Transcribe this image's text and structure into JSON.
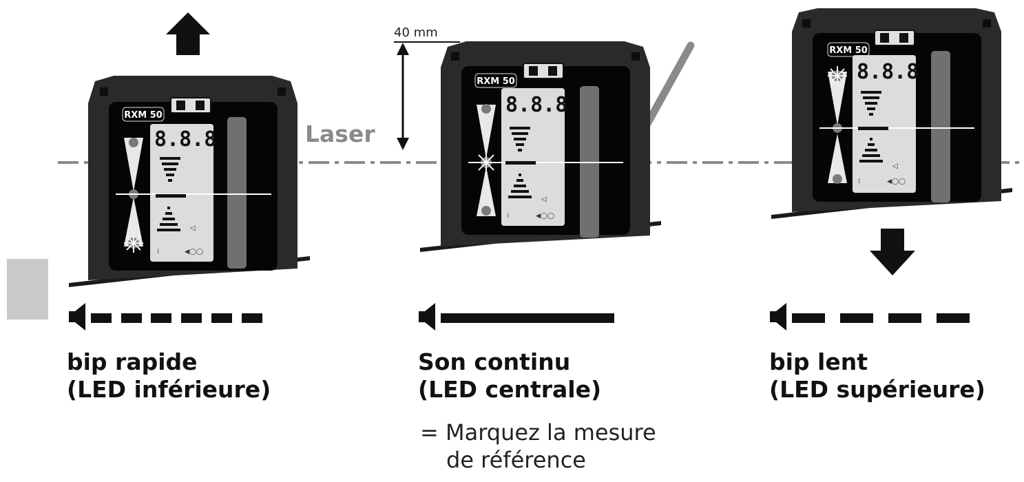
{
  "laser_label": "Laser",
  "dimension_label": "40 mm",
  "receivers": [
    {
      "model": "RXM 50",
      "display": "8.8.8",
      "sound_label": "bip rapide",
      "led_label": "(LED inférieure)",
      "active_led": "bottom",
      "sound_pattern": "fast-dashes",
      "move_arrow": "up"
    },
    {
      "model": "RXM 50",
      "display": "8.8.8",
      "sound_label": "Son continu",
      "led_label": "(LED centrale)",
      "active_led": "center",
      "sound_pattern": "continuous",
      "move_arrow": "none"
    },
    {
      "model": "RXM 50",
      "display": "8.8.8",
      "sound_label": "bip lent",
      "led_label": "(LED supérieure)",
      "active_led": "top",
      "sound_pattern": "slow-dashes",
      "move_arrow": "down"
    }
  ],
  "reference_note": {
    "line1": "= Marquez la mesure",
    "line2": "de référence"
  },
  "colors": {
    "laser_line": "#8a8a8a",
    "housing": "#2a2a2a",
    "display_panel": "#dcdcdc",
    "led": "#7a7a7a",
    "side_tab": "#c9c9c9"
  }
}
